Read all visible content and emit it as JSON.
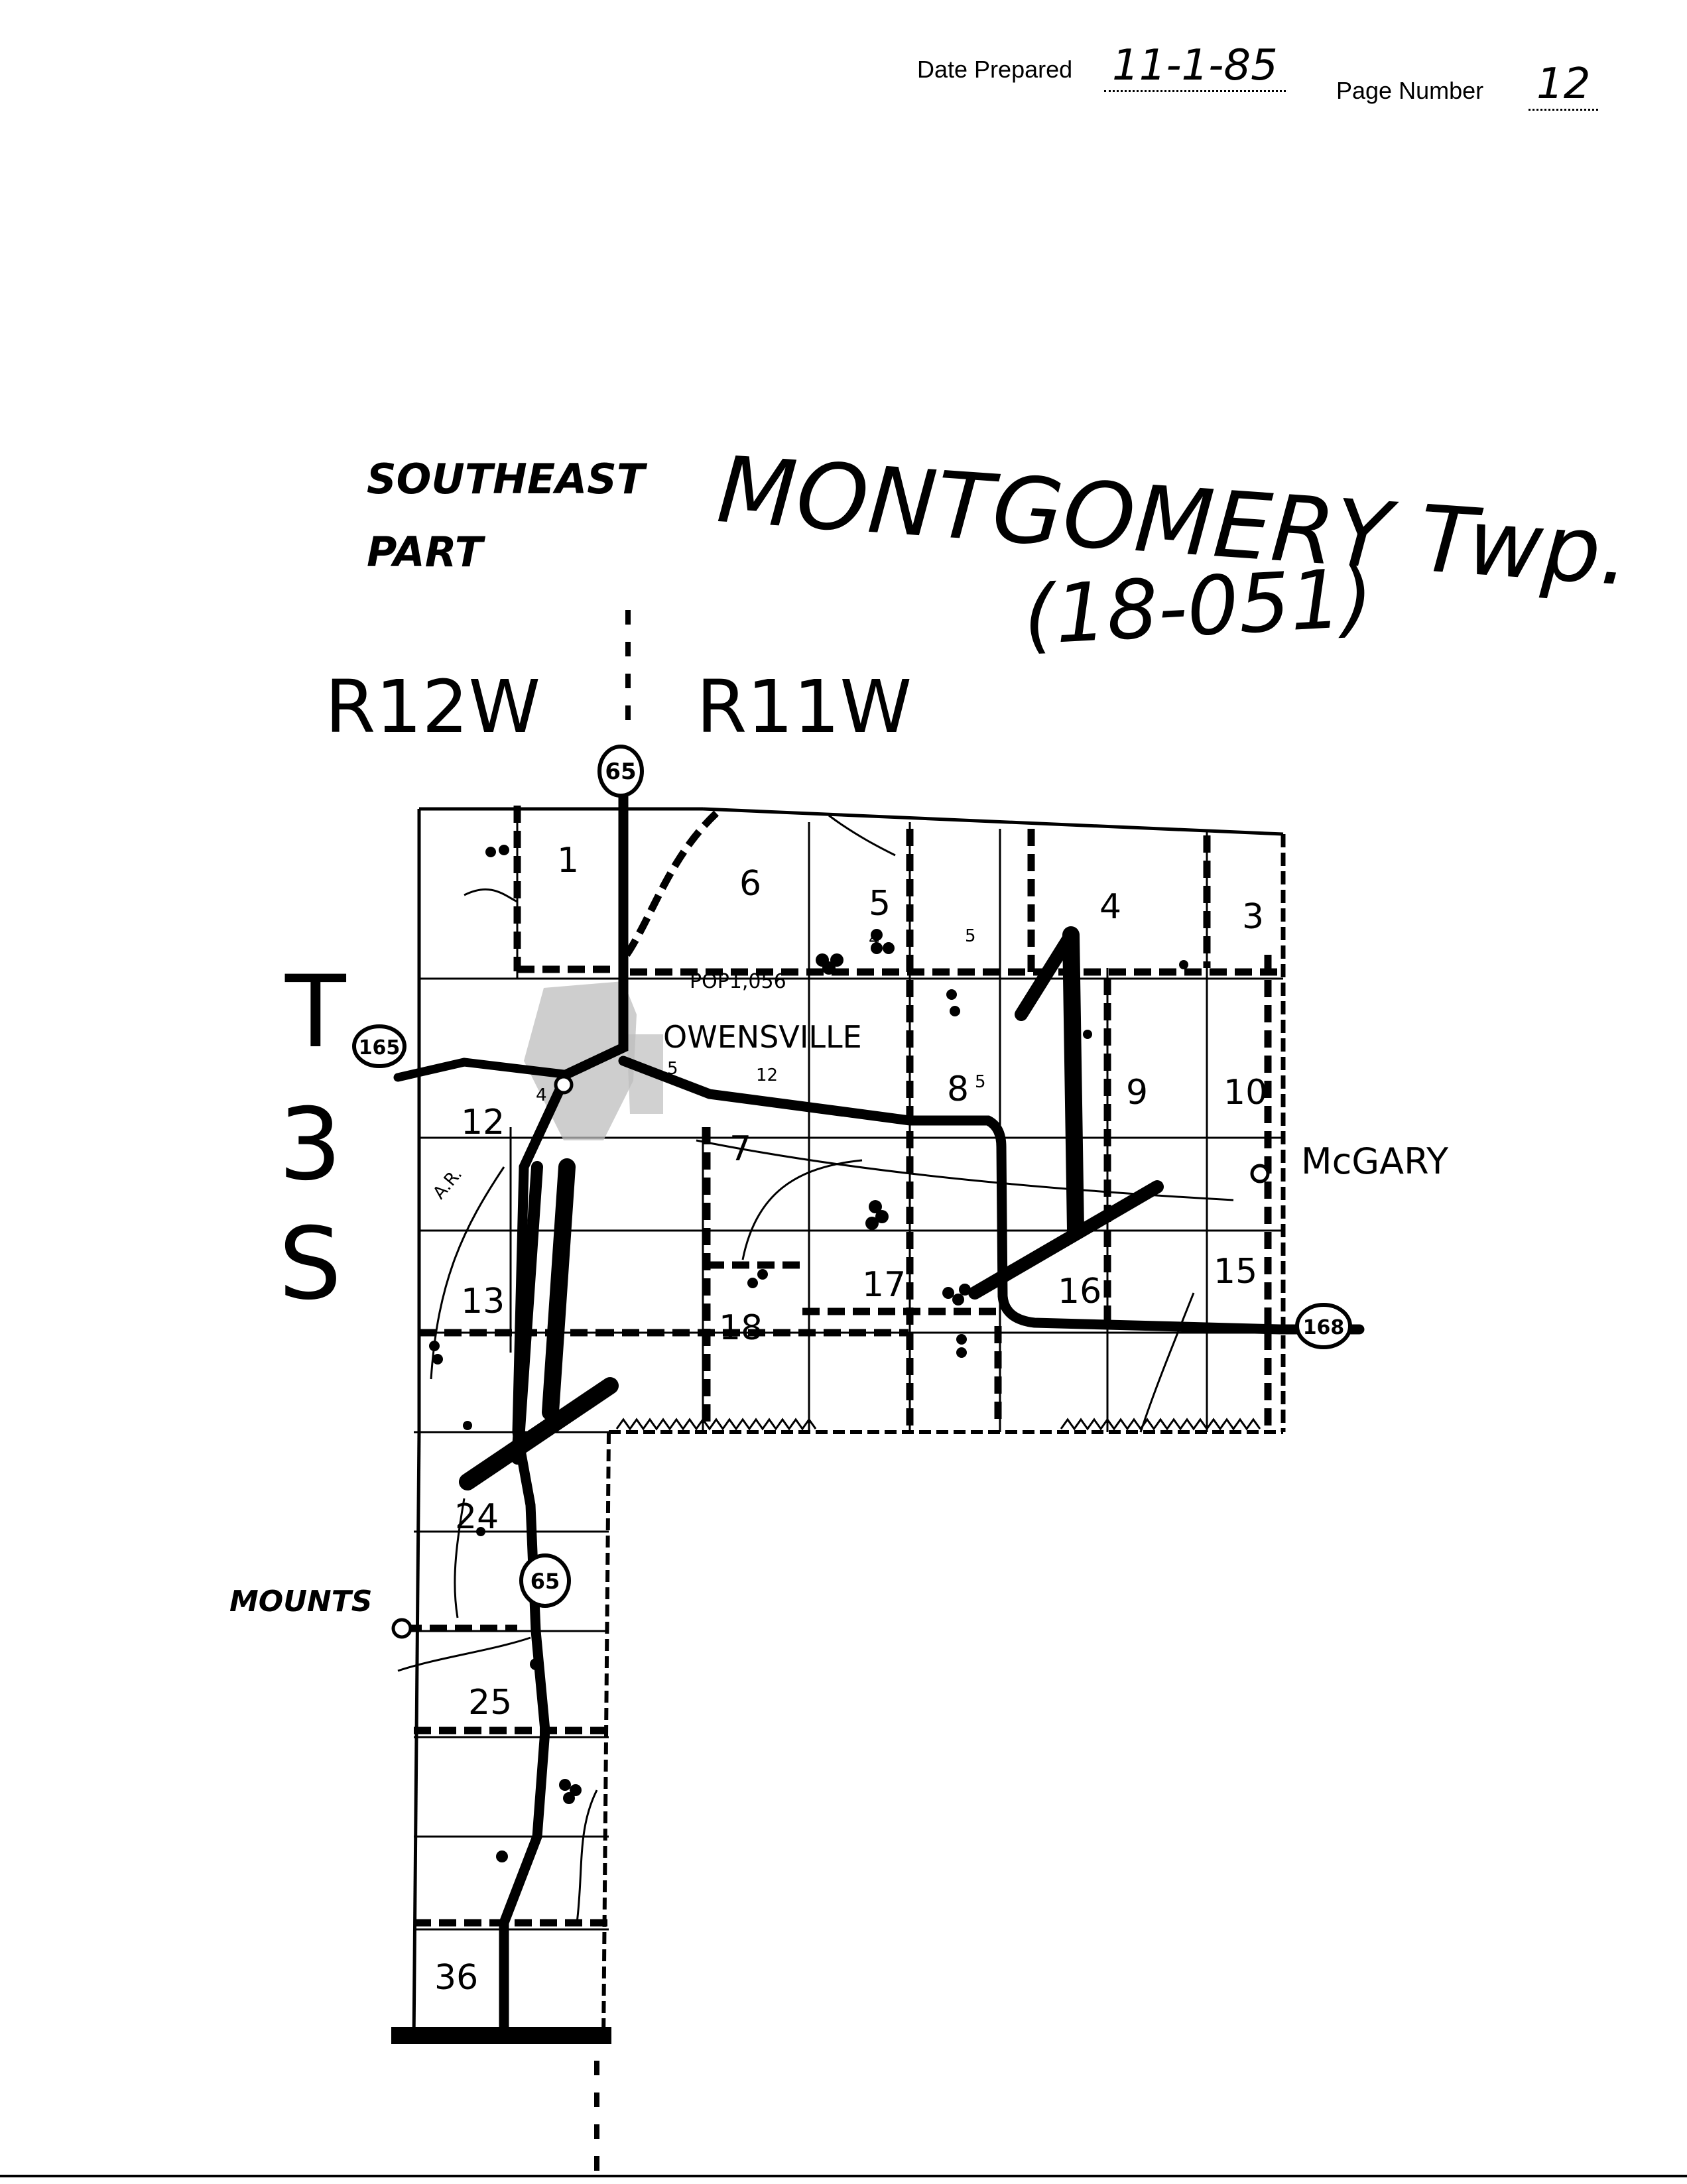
{
  "header": {
    "date_label": "Date Prepared",
    "date_value": "11-1-85",
    "page_label": "Page Number",
    "page_value": "12"
  },
  "title": {
    "part": "SOUTHEAST",
    "part2": "PART",
    "township": "MONTGOMERY Twp.",
    "code": "(18-051)"
  },
  "ranges": {
    "left": "R12W",
    "right": "R11W"
  },
  "township_label": [
    "T",
    "3",
    "S"
  ],
  "places": {
    "town": "OWENSVILLE",
    "population": "POP1,056",
    "east": "McGARY",
    "west": "MOUNTS",
    "railroad": "A.R."
  },
  "routes": {
    "north": "65",
    "west": "165",
    "south": "65",
    "east": "168"
  },
  "sections": [
    "1",
    "3",
    "4",
    "5",
    "6",
    "7",
    "8",
    "9",
    "10",
    "12",
    "13",
    "15",
    "16",
    "17",
    "18",
    "24",
    "25",
    "36"
  ],
  "small_numbers": [
    "5",
    "4",
    "12",
    "5",
    "4",
    "5"
  ],
  "colors": {
    "ink": "#000000",
    "paper": "#ffffff",
    "town_fill": "#bdbdbd"
  }
}
